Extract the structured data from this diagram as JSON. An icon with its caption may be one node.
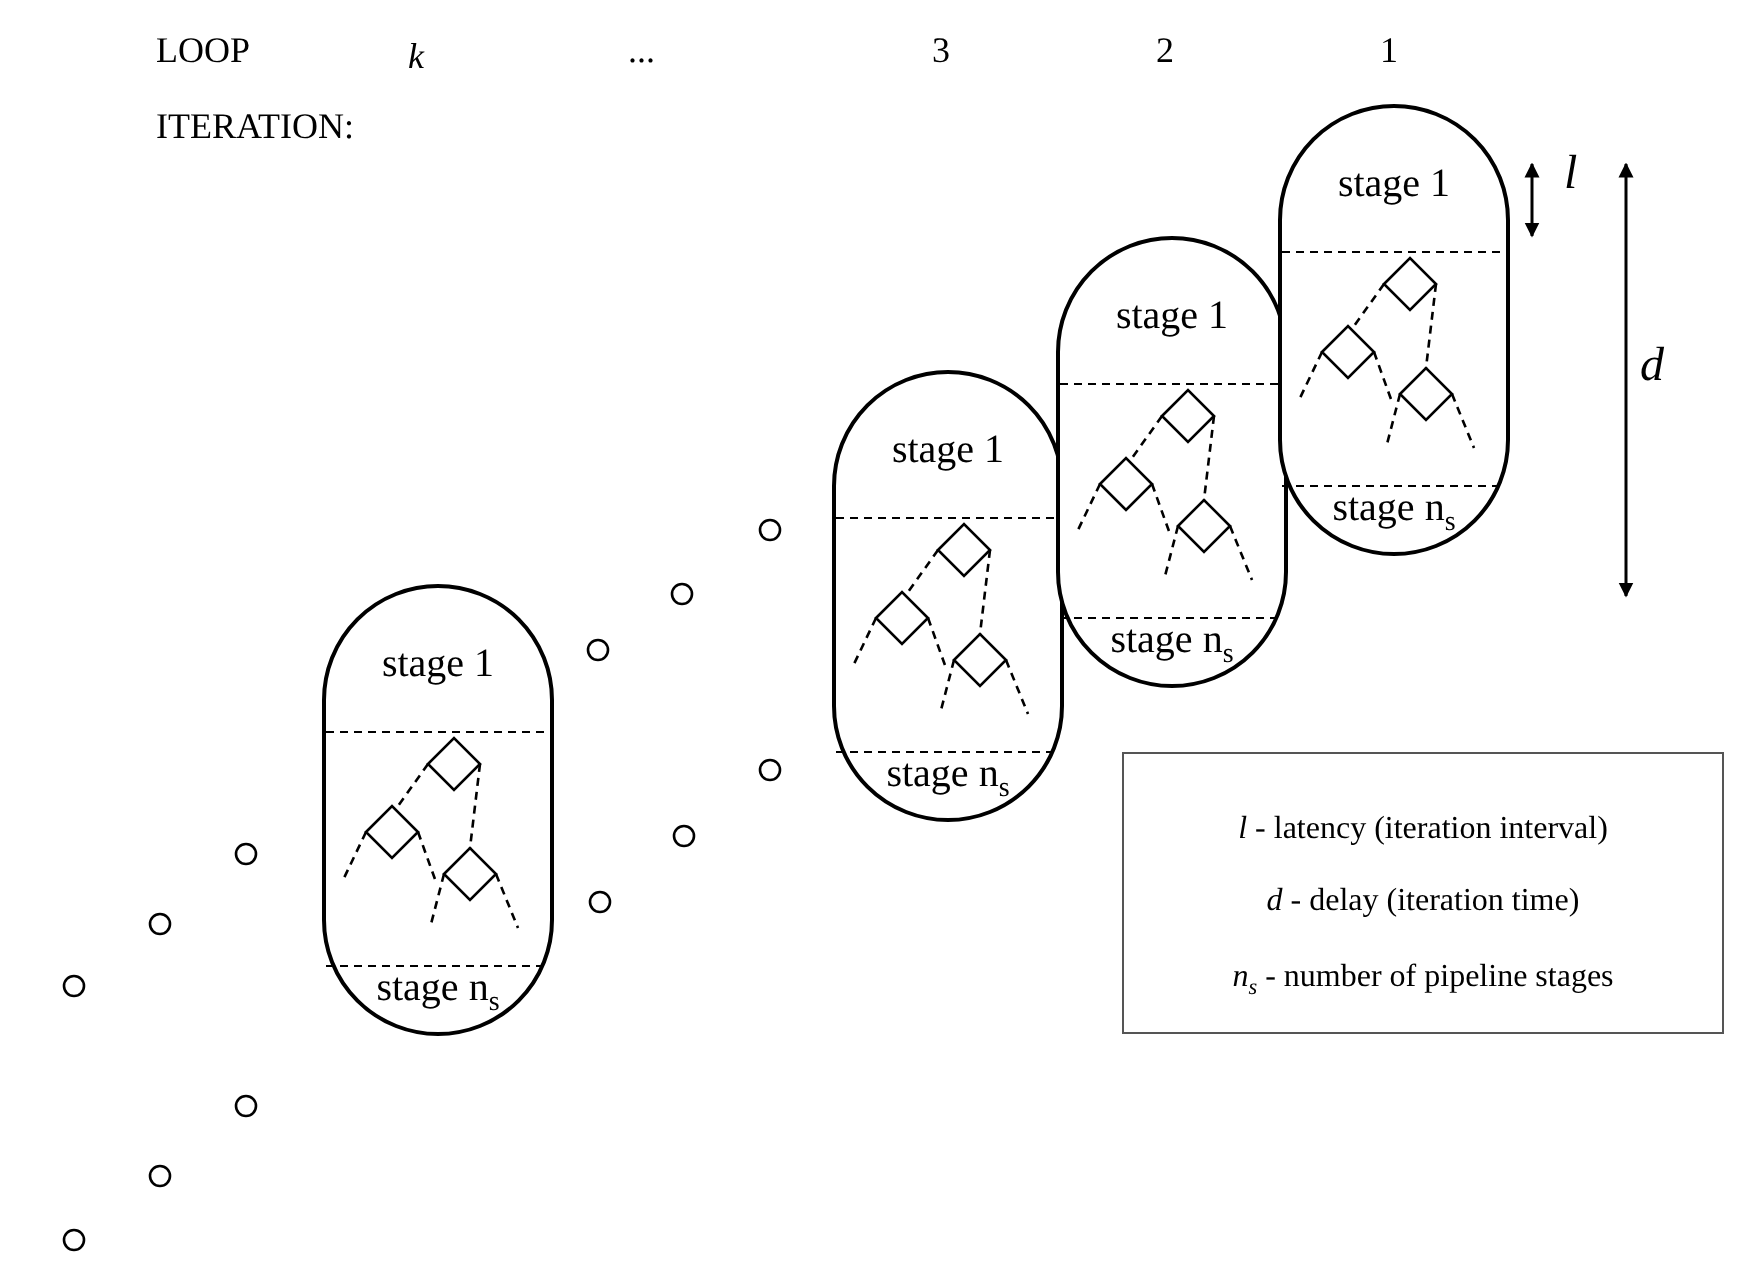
{
  "diagram": {
    "nodes": [
      {
        "text": [
          "stage 1",
          "stage n$_{s}$"
        ]
      },
      {
        "text": [
          "stage 1",
          "stage n$_{s}$"
        ]
      },
      {
        "text": [
          "stage 1",
          "stage n$_{s}$"
        ]
      },
      {
        "text": [
          "stage 1",
          "stage n$_{s}$"
        ]
      }
    ],
    "edges": [],
    "labels": [
      "LOOP",
      "k",
      "...",
      "3",
      "2",
      "1",
      "ITERATION:",
      "l",
      "d",
      "*l* - latency (iteration interval)",
      "*d* - delay (iteration time)",
      "*n*$_{s}$ - number of pipeline stages"
    ]
  }
}
